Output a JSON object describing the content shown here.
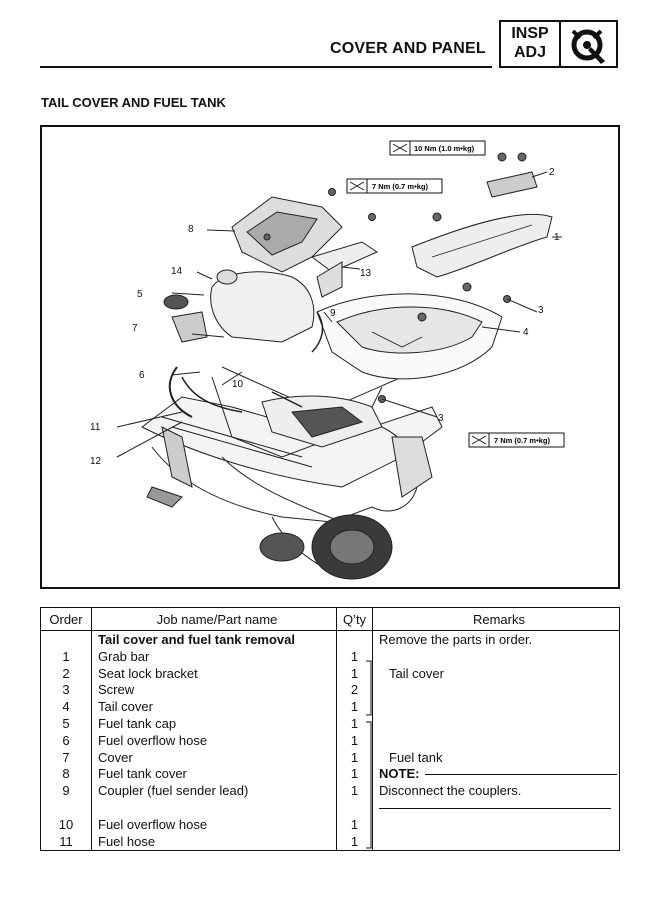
{
  "header": {
    "title": "COVER AND PANEL",
    "badge_line1": "INSP",
    "badge_line2": "ADJ",
    "badge_icon": "wrench-gauge-icon"
  },
  "section_title": "TAIL COVER AND FUEL TANK",
  "figure": {
    "callouts": [
      "1",
      "2",
      "3",
      "3",
      "4",
      "5",
      "6",
      "7",
      "8",
      "9",
      "10",
      "11",
      "12",
      "13",
      "14"
    ],
    "torque": [
      "10 Nm (1.0 m•kg)",
      "7 Nm (0.7 m•kg)",
      "7 Nm (0.7 m•kg)"
    ]
  },
  "table": {
    "headers": {
      "order": "Order",
      "job": "Job name/Part name",
      "qty": "Q’ty",
      "remarks": "Remarks"
    },
    "section_heading": "Tail cover and fuel tank removal",
    "section_remark": "Remove the parts in order.",
    "rows": [
      {
        "order": "1",
        "name": "Grab bar",
        "qty": "1"
      },
      {
        "order": "2",
        "name": "Seat lock bracket",
        "qty": "1"
      },
      {
        "order": "3",
        "name": "Screw",
        "qty": "2"
      },
      {
        "order": "4",
        "name": "Tail cover",
        "qty": "1"
      },
      {
        "order": "5",
        "name": "Fuel tank cap",
        "qty": "1"
      },
      {
        "order": "6",
        "name": "Fuel overflow hose",
        "qty": "1"
      },
      {
        "order": "7",
        "name": "Cover",
        "qty": "1"
      },
      {
        "order": "8",
        "name": "Fuel tank cover",
        "qty": "1"
      },
      {
        "order": "9",
        "name": "Coupler (fuel sender lead)",
        "qty": "1"
      },
      {
        "order": "10",
        "name": "Fuel overflow hose",
        "qty": "1"
      },
      {
        "order": "11",
        "name": "Fuel hose",
        "qty": "1"
      }
    ],
    "group_tail_cover": "Tail cover",
    "group_fuel_tank": "Fuel tank",
    "note_label": "NOTE:",
    "note_text": "Disconnect the couplers."
  }
}
